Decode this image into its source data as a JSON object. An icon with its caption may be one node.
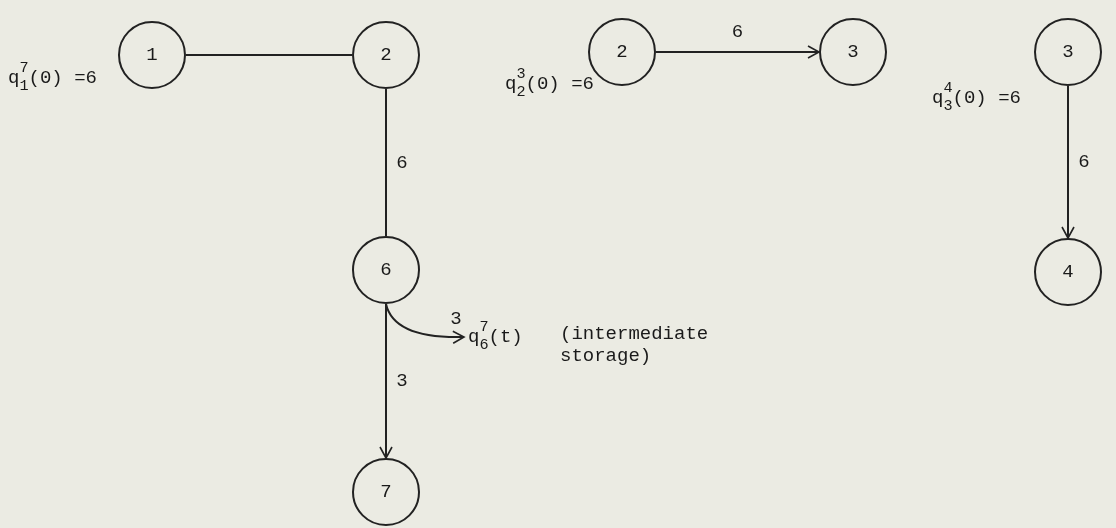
{
  "diagram": {
    "nodes": [
      {
        "text": [
          "1"
        ],
        "beside": [
          "q$^{7}$$_{1}$(0) =6"
        ]
      },
      {
        "text": [
          "2"
        ]
      },
      {
        "text": [
          "6"
        ]
      },
      {
        "text": [
          "7"
        ]
      },
      {
        "text": [
          "2"
        ],
        "beside": [
          "q$^{3}$$_{2}$(0) =6"
        ]
      },
      {
        "text": [
          "3"
        ]
      },
      {
        "text": [
          "3"
        ],
        "beside": [
          "q$^{4}$$_{3}$(0) =6"
        ]
      },
      {
        "text": [
          "4"
        ]
      },
      {
        "text": [
          "q$^{7}$$_{6}$(t)"
        ],
        "beside": [
          "(intermediate storage)"
        ]
      }
    ],
    "edges": [
      {
        "from": 0,
        "to": 1,
        "arrow": "none"
      },
      {
        "from": 1,
        "to": 2,
        "arrow": "none",
        "label": "6"
      },
      {
        "from": 2,
        "to": 3,
        "arrow": "to",
        "label": "3"
      },
      {
        "from": 2,
        "to": 8,
        "arrow": "to",
        "label": "3"
      },
      {
        "from": 4,
        "to": 5,
        "arrow": "to",
        "label": "6"
      },
      {
        "from": 6,
        "to": 7,
        "arrow": "to",
        "label": "6"
      }
    ]
  }
}
